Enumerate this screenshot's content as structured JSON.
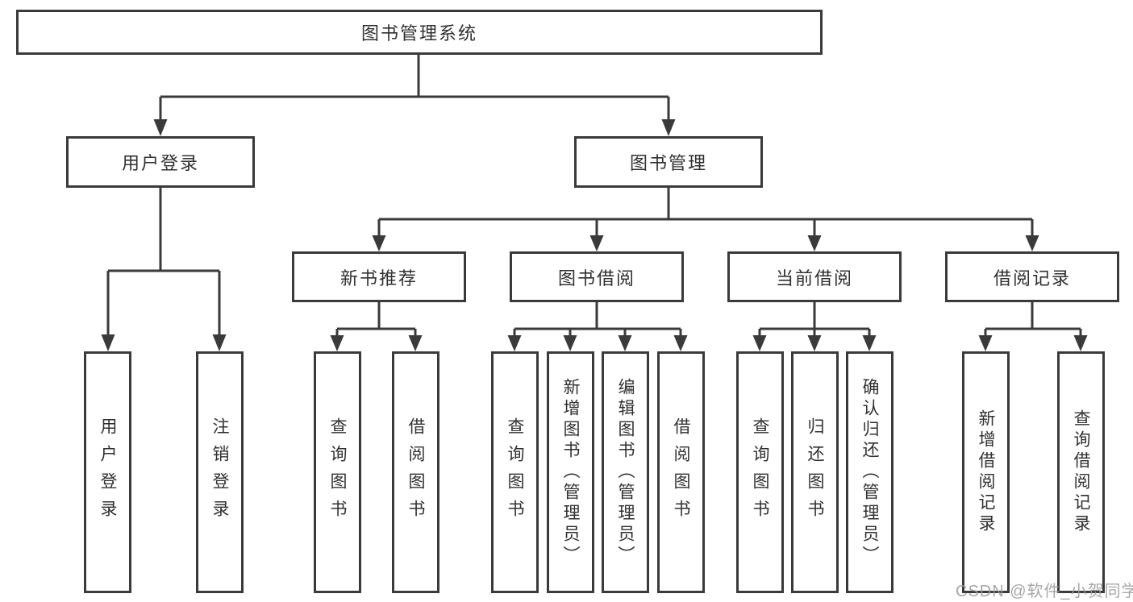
{
  "diagram_title": "图书管理系统",
  "tree": {
    "root": {
      "label": "图书管理系统",
      "children": [
        {
          "label": "用户登录",
          "children": [
            {
              "label": "用户登录"
            },
            {
              "label": "注销登录"
            }
          ]
        },
        {
          "label": "图书管理",
          "children": [
            {
              "label": "新书推荐",
              "children": [
                {
                  "label": "查询图书"
                },
                {
                  "label": "借阅图书"
                }
              ]
            },
            {
              "label": "图书借阅",
              "children": [
                {
                  "label": "查询图书"
                },
                {
                  "label": "新增图书（管理员）"
                },
                {
                  "label": "编辑图书（管理员）"
                },
                {
                  "label": "借阅图书"
                }
              ]
            },
            {
              "label": "当前借阅",
              "children": [
                {
                  "label": "查询图书"
                },
                {
                  "label": "归还图书"
                },
                {
                  "label": "确认归还（管理员）"
                }
              ]
            },
            {
              "label": "借阅记录",
              "children": [
                {
                  "label": "新增借阅记录"
                },
                {
                  "label": "查询借阅记录"
                }
              ]
            }
          ]
        }
      ]
    }
  },
  "watermark": {
    "text": "CSDN @软件_小贺同学"
  },
  "colors": {
    "line": "#3a3a3a",
    "text": "#303030",
    "background": "#ffffff",
    "watermark": "#9c9c9c"
  }
}
